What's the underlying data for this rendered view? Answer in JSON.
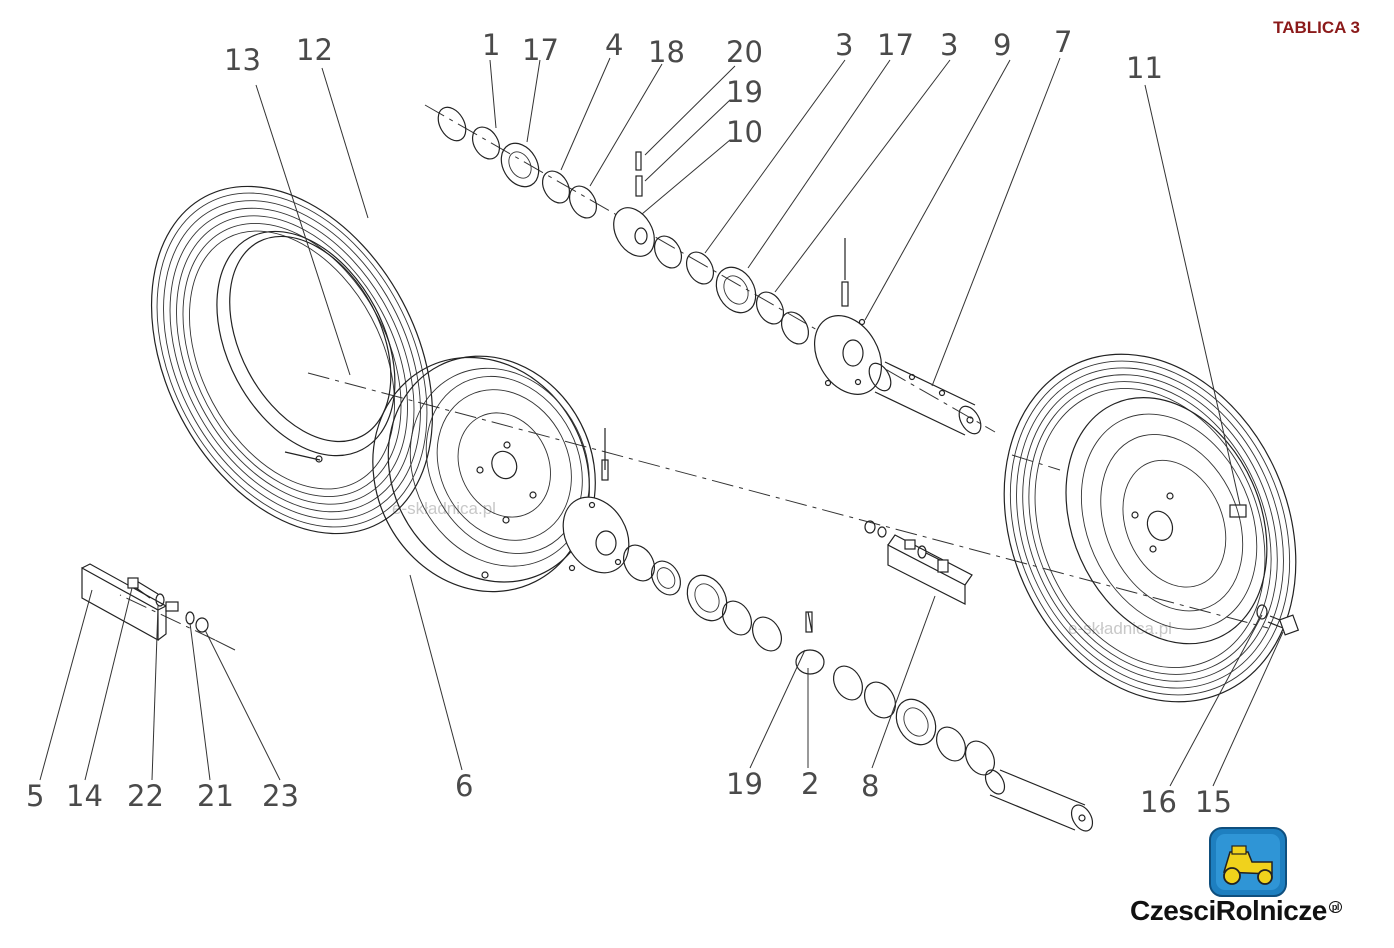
{
  "title": "TABLICA 3",
  "watermarks": [
    "e-składnica.pl",
    "e-składnica.pl"
  ],
  "brand": {
    "text": "CzesciRolnicze",
    "suffix": "pl",
    "icon": "tractor-logo-icon",
    "color": "#1e7fc0",
    "accent": "#f0d21c"
  },
  "part_labels": [
    {
      "id": "l-13a",
      "text": "13"
    },
    {
      "id": "l-12",
      "text": "12"
    },
    {
      "id": "l-1",
      "text": "1"
    },
    {
      "id": "l-17a",
      "text": "17"
    },
    {
      "id": "l-4",
      "text": "4"
    },
    {
      "id": "l-18",
      "text": "18"
    },
    {
      "id": "l-20",
      "text": "20"
    },
    {
      "id": "l-19a",
      "text": "19"
    },
    {
      "id": "l-10",
      "text": "10"
    },
    {
      "id": "l-3a",
      "text": "3"
    },
    {
      "id": "l-17b",
      "text": "17"
    },
    {
      "id": "l-3b",
      "text": "3"
    },
    {
      "id": "l-9",
      "text": "9"
    },
    {
      "id": "l-7",
      "text": "7"
    },
    {
      "id": "l-11",
      "text": "11"
    },
    {
      "id": "l-5",
      "text": "5"
    },
    {
      "id": "l-14",
      "text": "14"
    },
    {
      "id": "l-22",
      "text": "22"
    },
    {
      "id": "l-21",
      "text": "21"
    },
    {
      "id": "l-23",
      "text": "23"
    },
    {
      "id": "l-6",
      "text": "6"
    },
    {
      "id": "l-19b",
      "text": "19"
    },
    {
      "id": "l-2",
      "text": "2"
    },
    {
      "id": "l-8",
      "text": "8"
    },
    {
      "id": "l-16",
      "text": "16"
    },
    {
      "id": "l-15",
      "text": "15"
    }
  ]
}
